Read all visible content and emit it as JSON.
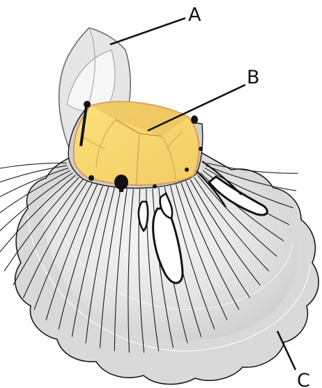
{
  "labels": {
    "a": "A",
    "b": "B",
    "c": "C"
  },
  "colors": {
    "background": "#ffffff",
    "outer_fill": "#d9d9d9",
    "outer_stroke": "#1a1a1a",
    "inner_fill": "#e9e9e9",
    "plate_fill": "#f7d76a",
    "plate_stroke": "#d89a5e",
    "hood_fill": "#e4e4e4",
    "leader": "#111111"
  }
}
